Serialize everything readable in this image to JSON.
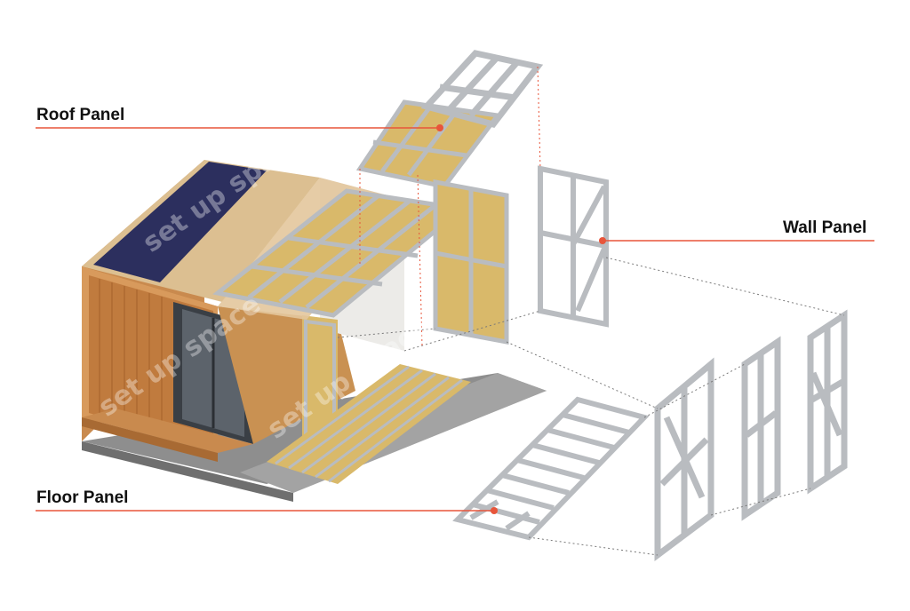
{
  "labels": {
    "roof": "Roof Panel",
    "wall": "Wall Panel",
    "floor": "Floor Panel"
  },
  "watermark": "set up space",
  "colors": {
    "accent": "#e8553a",
    "steel": "#b9bcc0",
    "steel_dark": "#8c9095",
    "insulation": "#d9b96a",
    "insulation_dark": "#b8954a",
    "timber": "#c98a4e",
    "timber_dark": "#a86a33",
    "osb": "#e3c79c",
    "solar": "#2c2f5e",
    "concrete": "#9e9e9e",
    "glass": "#3a3f45",
    "plaster": "#ecebe8"
  }
}
